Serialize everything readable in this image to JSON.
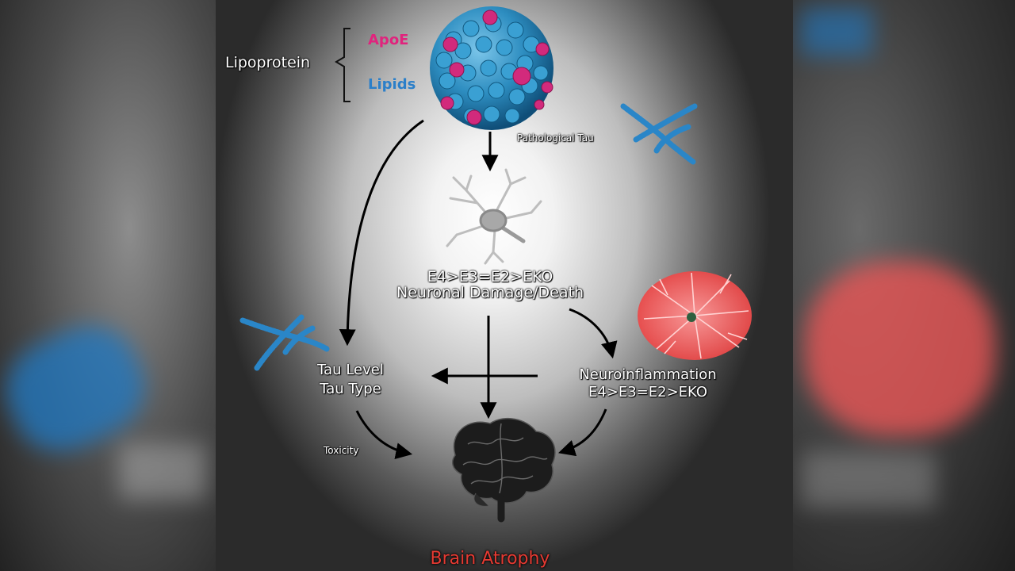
{
  "diagram": {
    "lipoprotein": "Lipoprotein",
    "apoe": "ApoE",
    "lipids": "Lipids",
    "pathological_tau": "Pathological Tau",
    "neuron_line1": "E4>E3=E2>EKO",
    "neuron_line2": "Neuronal Damage/Death",
    "tau_line1": "Tau Level",
    "tau_line2": "Tau Type",
    "inflam_line1": "Neuroinflammation",
    "inflam_line2": "E4>E3=E2>EKO",
    "toxicity": "Toxicity",
    "brain_atrophy": "Brain Atrophy"
  },
  "icons": [
    "lipoprotein-particle-icon",
    "tau-fibril-icon",
    "neuron-icon",
    "microglia-icon",
    "brain-icon"
  ],
  "colors": {
    "apoe": "#e0247d",
    "lipids": "#2b7fc9",
    "particle": "#2f8fc0",
    "tau": "#2a86c8",
    "microglia": "#f25555",
    "atrophy": "#e53a32"
  }
}
